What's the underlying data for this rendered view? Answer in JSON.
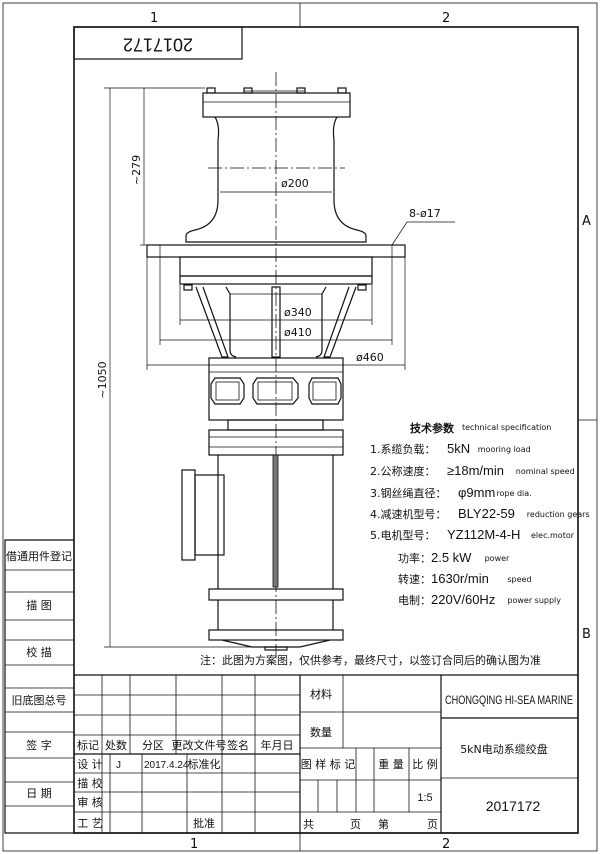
{
  "drawing": {
    "number_mirrored": "2017172",
    "grid": {
      "col1": "1",
      "col2": "2",
      "rowA": "A",
      "rowB": "B"
    },
    "dimensions": {
      "cap_height": "~279",
      "overall_height": "~1050",
      "drum_dia": "ø200",
      "bolt_holes": "8-ø17",
      "d340": "ø340",
      "d410": "ø410",
      "d460": "ø460"
    },
    "note": "注：此图为方案图，仅供参考，最终尺寸，以签订合同后的确认图为准"
  },
  "spec": {
    "title_cn": "技术参数",
    "title_en": "technical specification",
    "items": [
      {
        "cn": "1.系缆负载：",
        "value": "5kN",
        "en": "mooring load"
      },
      {
        "cn": "2.公称速度：",
        "value": "≥18m/min",
        "en": "nominal speed"
      },
      {
        "cn": "3.钢丝绳直径：",
        "value": "φ9mm",
        "en": "rope dia."
      },
      {
        "cn": "4.减速机型号：",
        "value": "BLY22-59",
        "en": "reduction gears"
      },
      {
        "cn": "5.电机型号：",
        "value": "YZ112M-4-H",
        "en": "elec.motor"
      },
      {
        "cn": "功率：",
        "value": "2.5 kW",
        "en": "power"
      },
      {
        "cn": "转速：",
        "value": "1630r/min",
        "en": "speed"
      },
      {
        "cn": "电制：",
        "value": "220V/60Hz",
        "en": "power supply"
      }
    ]
  },
  "side_strip": [
    "借通用件登记",
    "描 图",
    "校 描",
    "旧底图总号",
    "签 字",
    "日 期"
  ],
  "title_block": {
    "headers": [
      "标记",
      "处数",
      "分区",
      "更改文件号",
      "签名",
      "年月日"
    ],
    "rows": {
      "design": "设 计",
      "design_sign": "J",
      "design_date": "2017.4.24",
      "standard": "标准化",
      "check": "描 校",
      "review": "审 核",
      "process": "工 艺",
      "approve": "批准"
    },
    "material": "材料",
    "quantity": "数量",
    "sample_mark": "图 样 标 记",
    "weight": "重 量",
    "scale_label": "比 例",
    "scale": "1:5",
    "total": "共",
    "page1": "页",
    "nth": "第",
    "page2": "页",
    "company": "CHONGQING HI-SEA MARINE",
    "product": "5kN电动系缆绞盘",
    "drawing_no": "2017172"
  }
}
